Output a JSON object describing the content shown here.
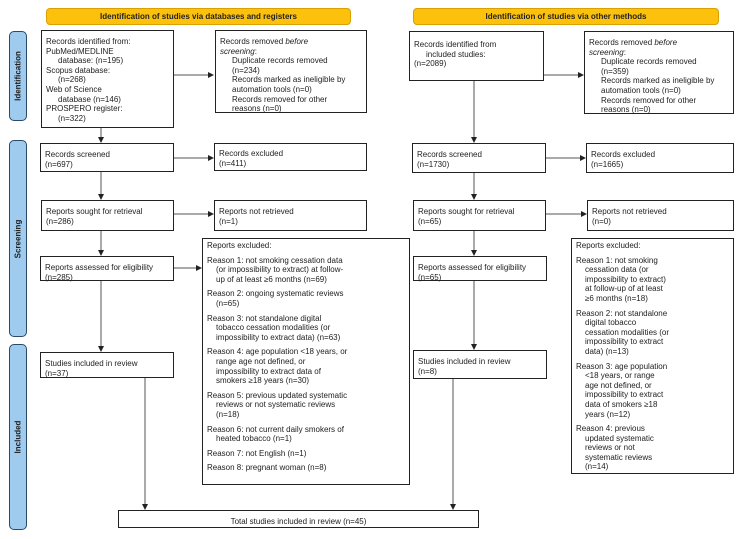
{
  "headers": {
    "left": "Identification of studies via databases and registers",
    "right": "Identification of studies via other methods"
  },
  "phases": [
    "Identification",
    "Screening",
    "Included"
  ],
  "colors": {
    "header": "#fcc10c",
    "phase": "#9fcbee"
  },
  "left": {
    "identified": [
      "Records identified from:",
      "PubMed/MEDLINE",
      "database: (n=195)",
      "Scopus database:",
      "(n=268)",
      "Web of Science",
      "database (n=146)",
      "PROSPERO register:",
      "(n=322)"
    ],
    "removed": {
      "prefix": "Records removed ",
      "italic1": "before",
      "italic2": "screening",
      "suffix": ":",
      "items": [
        "Duplicate records removed",
        "(n=234)",
        "Records marked as ineligible by",
        "automation tools (n=0)",
        "Records removed for other",
        "reasons (n=0)"
      ]
    },
    "screened": [
      "Records screened",
      "(n=697)"
    ],
    "excluded": [
      "Records excluded",
      "(n=411)"
    ],
    "sought": [
      "Reports sought for retrieval",
      "(n=286)"
    ],
    "not_retrieved": [
      "Reports not retrieved",
      "(n=1)"
    ],
    "assessed": [
      "Reports assessed for eligibility",
      "(n=285)"
    ],
    "reports_excluded": {
      "title": "Reports excluded:",
      "reasons": [
        [
          "Reason 1: not smoking cessation data",
          "(or impossibility to extract) at follow-",
          "up of at least ≥6 months  (n=69)"
        ],
        [
          "Reason 2: ongoing systematic reviews",
          "(n=65)"
        ],
        [
          "Reason 3: not standalone digital",
          "tobacco cessation modalities (or",
          "impossibility to extract  data) (n=63)"
        ],
        [
          "Reason 4: age population <18 years, or",
          "range age not  defined, or",
          "impossibility to extract  data of",
          "smokers ≥18 years (n=30)"
        ],
        [
          "Reason 5: previous updated systematic",
          "reviews or not systematic reviews",
          "(n=18)"
        ],
        [
          "Reason 6: not current daily smokers of",
          "heated tobacco (n=1)"
        ],
        [
          "Reason 7: not English (n=1)"
        ],
        [
          "Reason 8: pregnant woman (n=8)"
        ]
      ]
    },
    "included": [
      "Studies included in review",
      "(n=37)"
    ]
  },
  "right": {
    "identified": [
      "Records identified from",
      "included studies:",
      "(n=2089)"
    ],
    "removed": {
      "prefix": "Records removed ",
      "italic1": "before",
      "italic2": "screening",
      "suffix": ":",
      "items": [
        "Duplicate records removed",
        "(n=359)",
        "Records marked as ineligible by",
        "automation tools (n=0)",
        "Records removed for other",
        "reasons (n=0)"
      ]
    },
    "screened": [
      "Records screened",
      "(n=1730)"
    ],
    "excluded": [
      "Records excluded",
      "(n=1665)"
    ],
    "sought": [
      "Reports sought for retrieval",
      "(n=65)"
    ],
    "not_retrieved": [
      "Reports not retrieved",
      "(n=0)"
    ],
    "assessed": [
      "Reports assessed for eligibility",
      "(n=65)"
    ],
    "reports_excluded": {
      "title": "Reports excluded:",
      "reasons": [
        [
          "Reason 1: not smoking",
          "cessation data (or",
          "impossibility to extract)",
          "at follow-up of at least",
          "≥6 months  (n=18)"
        ],
        [
          "Reason 2: not standalone",
          "digital tobacco",
          "cessation modalities (or",
          "impossibility to extract",
          "data) (n=13)"
        ],
        [
          "Reason 3: age population",
          "<18 years, or range",
          "age not  defined, or",
          "impossibility to extract",
          "data of smokers ≥18",
          "years (n=12)"
        ],
        [
          "Reason 4: previous",
          "updated systematic",
          "reviews or not",
          "systematic reviews",
          "(n=14)"
        ]
      ]
    },
    "included": [
      "Studies included in review",
      "(n=8)"
    ]
  },
  "total": "Total studies included in review (n=45)"
}
